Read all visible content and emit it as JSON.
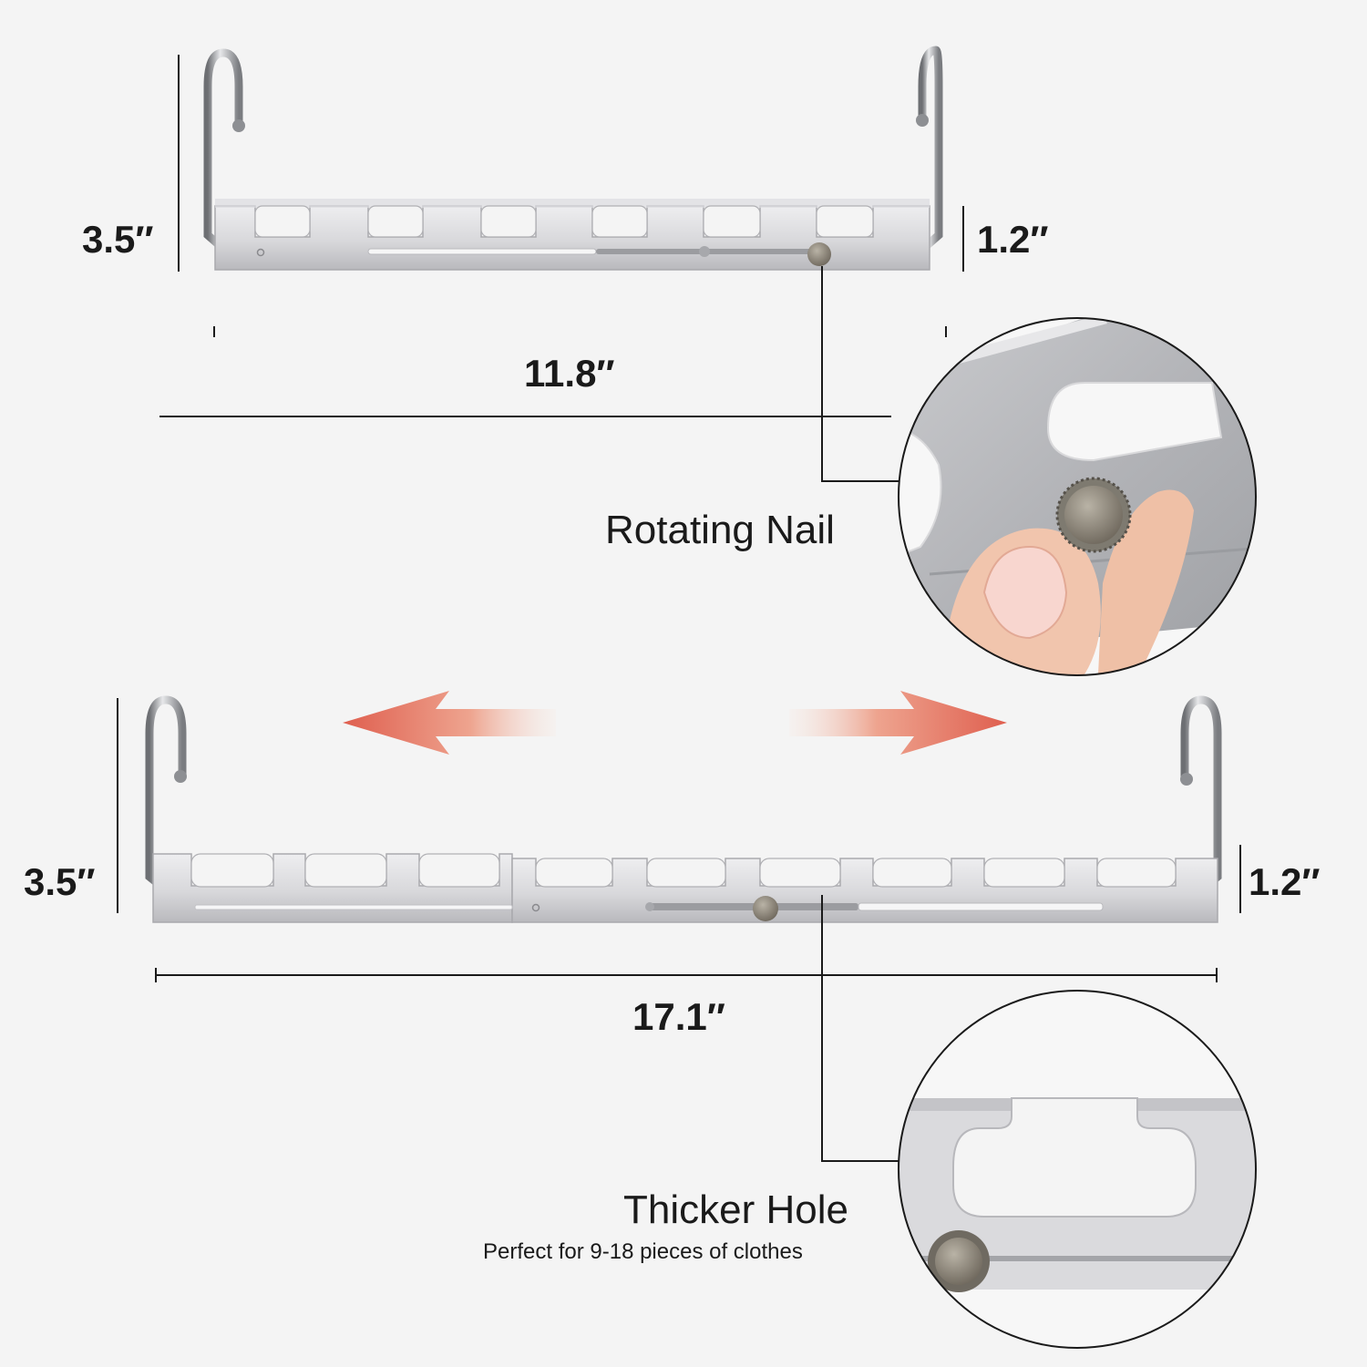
{
  "top_hanger": {
    "height_label": "3.5″",
    "bar_height_label": "1.2″",
    "width_label": "11.8″"
  },
  "rotating_nail": {
    "label": "Rotating Nail"
  },
  "bottom_hanger": {
    "height_label": "3.5″",
    "bar_height_label": "1.2″",
    "width_label": "17.1″"
  },
  "thicker_hole": {
    "label": "Thicker Hole",
    "description": "Perfect for 9-18 pieces of clothes"
  },
  "colors": {
    "arrow": "#e06a5a",
    "metal": "#d9d9dc",
    "knob": "#8c8577"
  }
}
